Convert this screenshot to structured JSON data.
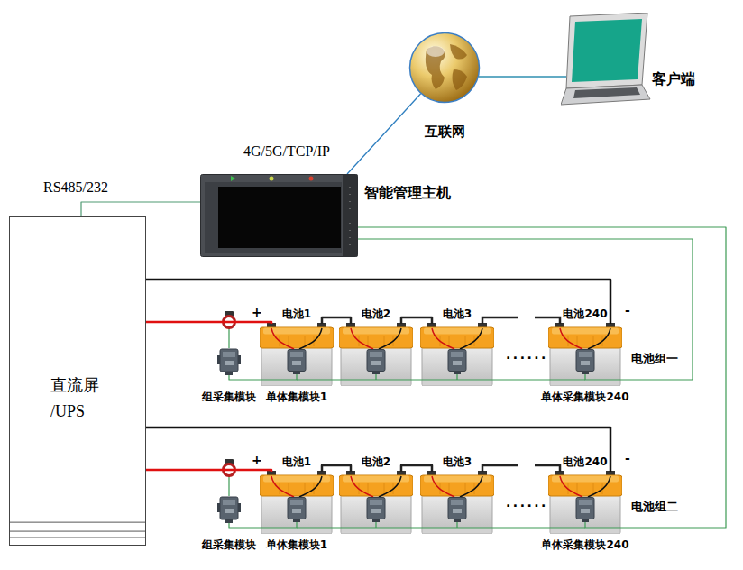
{
  "diagram": {
    "nodes": [
      {
        "text": [
          "直流屏 /UPS"
        ]
      },
      {
        "text": [
          "智能管理主机"
        ]
      },
      {
        "text": [
          "互联网"
        ]
      },
      {
        "text": [
          "客户端"
        ]
      },
      {
        "text": [
          "组采集模块"
        ]
      },
      {
        "text": [
          "电池1"
        ]
      },
      {
        "text": [
          "电池2"
        ]
      },
      {
        "text": [
          "电池3"
        ]
      },
      {
        "text": [
          "电池240"
        ]
      },
      {
        "text": [
          "单体集模块1"
        ]
      },
      {
        "text": [
          "单体采集模块240"
        ]
      },
      {
        "text": [
          "组采集模块"
        ]
      },
      {
        "text": [
          "电池1"
        ]
      },
      {
        "text": [
          "电池2"
        ]
      },
      {
        "text": [
          "电池3"
        ]
      },
      {
        "text": [
          "电池240"
        ]
      },
      {
        "text": [
          "单体集模块1"
        ]
      },
      {
        "text": [
          "单体采集模块240"
        ]
      }
    ],
    "edges": [
      {
        "from": 0,
        "to": 1,
        "label": "RS485/232",
        "arrow": "none"
      },
      {
        "from": 1,
        "to": 2,
        "label": "4G/5G/TCP/IP",
        "arrow": "none"
      },
      {
        "from": 2,
        "to": 3,
        "arrow": "none"
      },
      {
        "from": 0,
        "to": 5,
        "arrow": "none"
      },
      {
        "from": 0,
        "to": 8,
        "arrow": "none"
      },
      {
        "from": 5,
        "to": 6,
        "arrow": "none"
      },
      {
        "from": 6,
        "to": 7,
        "arrow": "none"
      },
      {
        "from": 4,
        "to": 9,
        "arrow": "none"
      },
      {
        "from": 1,
        "to": 10,
        "arrow": "none"
      },
      {
        "from": 0,
        "to": 12,
        "arrow": "none"
      },
      {
        "from": 0,
        "to": 15,
        "arrow": "none"
      },
      {
        "from": 12,
        "to": 13,
        "arrow": "none"
      },
      {
        "from": 13,
        "to": 14,
        "arrow": "none"
      },
      {
        "from": 11,
        "to": 16,
        "arrow": "none"
      },
      {
        "from": 1,
        "to": 17,
        "arrow": "none"
      }
    ],
    "labels": [
      "+",
      "......",
      "-",
      "电池组一",
      "+",
      "......",
      "-",
      "电池组二"
    ]
  }
}
